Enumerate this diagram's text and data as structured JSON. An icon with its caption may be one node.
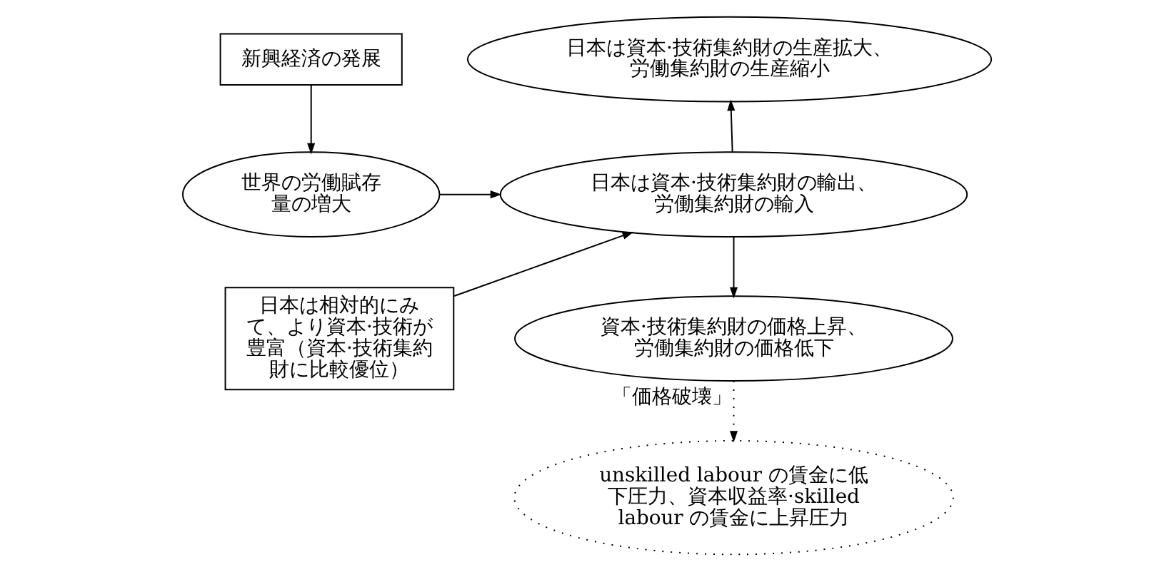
{
  "diagram": {
    "nodes": [
      {
        "text": [
          "新興経済の発展"
        ]
      },
      {
        "text": [
          "世界の労働賦存量の増大"
        ]
      },
      {
        "text": [
          "日本は相対的にみて、より資本·技術が豊富（資本·技術集約財に比較優位）"
        ]
      },
      {
        "text": [
          "日本は資本·技術集約財の生産拡大、労働集約財の生産縮小"
        ]
      },
      {
        "text": [
          "日本は資本·技術集約財の輸出、労働集約財の輸入"
        ]
      },
      {
        "text": [
          "資本·技術集約財の価格上昇、労働集約財の価格低下"
        ],
        "beside": [
          "「価格破壊」"
        ]
      },
      {
        "text": [
          "unskilled labour の賃金に低下圧力、資本収益率·skilled labour の賃金に上昇圧力"
        ]
      }
    ],
    "edges": [
      {
        "from": 0,
        "to": 1,
        "arrow": "to"
      },
      {
        "from": 1,
        "to": 4,
        "arrow": "to"
      },
      {
        "from": 2,
        "to": 4,
        "arrow": "to"
      },
      {
        "from": 4,
        "to": 3,
        "arrow": "to"
      },
      {
        "from": 4,
        "to": 5,
        "arrow": "to"
      },
      {
        "from": 5,
        "to": 6,
        "arrow": "to",
        "style": "dashed"
      }
    ]
  }
}
